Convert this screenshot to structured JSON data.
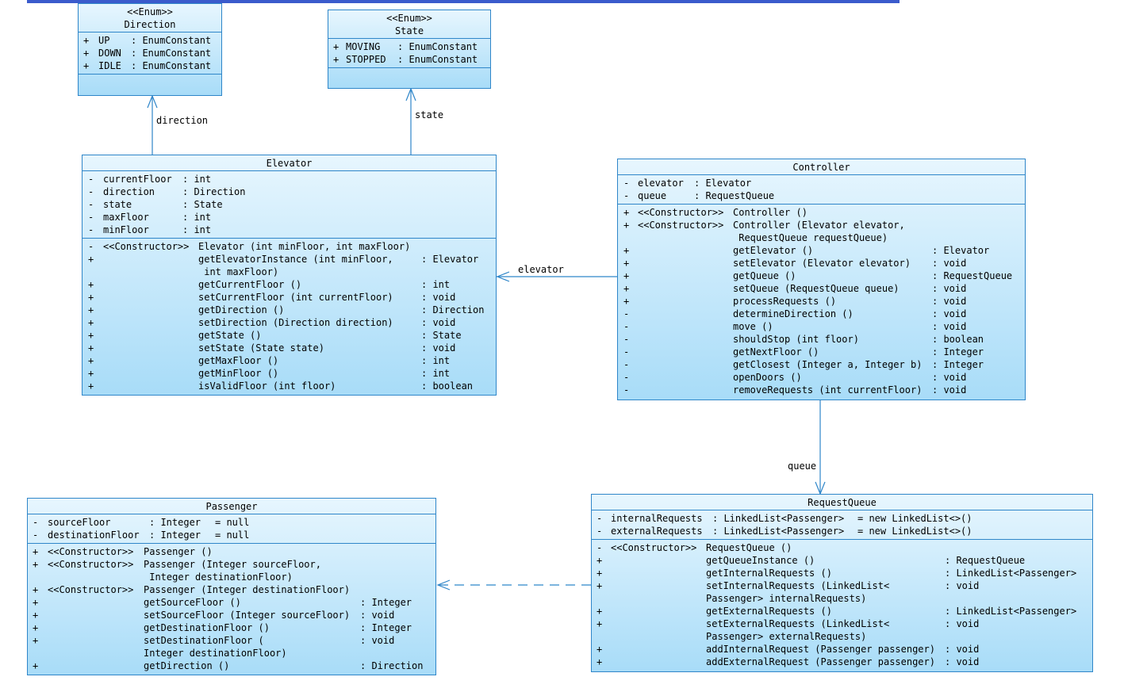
{
  "diagram": {
    "direction_enum": {
      "stereotype": "<<Enum>>",
      "name": "Direction",
      "attrs": [
        {
          "vis": "+",
          "name": "UP",
          "type": ": EnumConstant"
        },
        {
          "vis": "+",
          "name": "DOWN",
          "type": ": EnumConstant"
        },
        {
          "vis": "+",
          "name": "IDLE",
          "type": ": EnumConstant"
        }
      ]
    },
    "state_enum": {
      "stereotype": "<<Enum>>",
      "name": "State",
      "attrs": [
        {
          "vis": "+",
          "name": "MOVING",
          "type": ": EnumConstant"
        },
        {
          "vis": "+",
          "name": "STOPPED",
          "type": ": EnumConstant"
        }
      ]
    },
    "elevator": {
      "name": "Elevator",
      "attrs": [
        {
          "vis": "-",
          "name": "currentFloor",
          "type": ": int"
        },
        {
          "vis": "-",
          "name": "direction",
          "type": ": Direction"
        },
        {
          "vis": "-",
          "name": "state",
          "type": ": State"
        },
        {
          "vis": "-",
          "name": "maxFloor",
          "type": ": int"
        },
        {
          "vis": "-",
          "name": "minFloor",
          "type": ": int"
        }
      ],
      "ops": [
        {
          "vis": "-",
          "stereo": "<<Constructor>>",
          "sig": "Elevator (int minFloor, int maxFloor)",
          "ret": ""
        },
        {
          "vis": "+",
          "stereo": "",
          "sig": "getElevatorInstance (int minFloor,",
          "ret": ": Elevator"
        },
        {
          "vis": "",
          "stereo": "",
          "sig": " int maxFloor)",
          "ret": ""
        },
        {
          "vis": "+",
          "stereo": "",
          "sig": "getCurrentFloor ()",
          "ret": ": int"
        },
        {
          "vis": "+",
          "stereo": "",
          "sig": "setCurrentFloor (int currentFloor)",
          "ret": ": void"
        },
        {
          "vis": "+",
          "stereo": "",
          "sig": "getDirection ()",
          "ret": ": Direction"
        },
        {
          "vis": "+",
          "stereo": "",
          "sig": "setDirection (Direction direction)",
          "ret": ": void"
        },
        {
          "vis": "+",
          "stereo": "",
          "sig": "getState ()",
          "ret": ": State"
        },
        {
          "vis": "+",
          "stereo": "",
          "sig": "setState (State state)",
          "ret": ": void"
        },
        {
          "vis": "+",
          "stereo": "",
          "sig": "getMaxFloor ()",
          "ret": ": int"
        },
        {
          "vis": "+",
          "stereo": "",
          "sig": "getMinFloor ()",
          "ret": ": int"
        },
        {
          "vis": "+",
          "stereo": "",
          "sig": "isValidFloor (int floor)",
          "ret": ": boolean"
        }
      ]
    },
    "controller": {
      "name": "Controller",
      "attrs": [
        {
          "vis": "-",
          "name": "elevator",
          "type": ": Elevator"
        },
        {
          "vis": "-",
          "name": "queue",
          "type": ": RequestQueue"
        }
      ],
      "ops": [
        {
          "vis": "+",
          "stereo": "<<Constructor>>",
          "sig": "Controller ()",
          "ret": ""
        },
        {
          "vis": "+",
          "stereo": "<<Constructor>>",
          "sig": "Controller (Elevator elevator,",
          "ret": ""
        },
        {
          "vis": "",
          "stereo": "",
          "sig": " RequestQueue requestQueue)",
          "ret": ""
        },
        {
          "vis": "+",
          "stereo": "",
          "sig": "getElevator ()",
          "ret": ": Elevator"
        },
        {
          "vis": "+",
          "stereo": "",
          "sig": "setElevator (Elevator elevator)",
          "ret": ": void"
        },
        {
          "vis": "+",
          "stereo": "",
          "sig": "getQueue ()",
          "ret": ": RequestQueue"
        },
        {
          "vis": "+",
          "stereo": "",
          "sig": "setQueue (RequestQueue queue)",
          "ret": ": void"
        },
        {
          "vis": "+",
          "stereo": "",
          "sig": "processRequests ()",
          "ret": ": void"
        },
        {
          "vis": "-",
          "stereo": "",
          "sig": "determineDirection ()",
          "ret": ": void"
        },
        {
          "vis": "-",
          "stereo": "",
          "sig": "move ()",
          "ret": ": void"
        },
        {
          "vis": "-",
          "stereo": "",
          "sig": "shouldStop (int floor)",
          "ret": ": boolean"
        },
        {
          "vis": "-",
          "stereo": "",
          "sig": "getNextFloor ()",
          "ret": ": Integer"
        },
        {
          "vis": "-",
          "stereo": "",
          "sig": "getClosest (Integer a, Integer b)",
          "ret": ": Integer"
        },
        {
          "vis": "-",
          "stereo": "",
          "sig": "openDoors ()",
          "ret": ": void"
        },
        {
          "vis": "-",
          "stereo": "",
          "sig": "removeRequests (int currentFloor)",
          "ret": ": void"
        }
      ]
    },
    "passenger": {
      "name": "Passenger",
      "attrs": [
        {
          "vis": "-",
          "name": "sourceFloor",
          "type": ": Integer",
          "init": "= null"
        },
        {
          "vis": "-",
          "name": "destinationFloor",
          "type": ": Integer",
          "init": "= null"
        }
      ],
      "ops": [
        {
          "vis": "+",
          "stereo": "<<Constructor>>",
          "sig": "Passenger ()",
          "ret": ""
        },
        {
          "vis": "+",
          "stereo": "<<Constructor>>",
          "sig": "Passenger (Integer sourceFloor,",
          "ret": ""
        },
        {
          "vis": "",
          "stereo": "",
          "sig": " Integer destinationFloor)",
          "ret": ""
        },
        {
          "vis": "+",
          "stereo": "<<Constructor>>",
          "sig": "Passenger (Integer destinationFloor)",
          "ret": ""
        },
        {
          "vis": "+",
          "stereo": "",
          "sig": "getSourceFloor ()",
          "ret": ": Integer"
        },
        {
          "vis": "+",
          "stereo": "",
          "sig": "setSourceFloor (Integer sourceFloor)",
          "ret": ": void"
        },
        {
          "vis": "+",
          "stereo": "",
          "sig": "getDestinationFloor ()",
          "ret": ": Integer"
        },
        {
          "vis": "+",
          "stereo": "",
          "sig": "setDestinationFloor (",
          "ret": ": void"
        },
        {
          "vis": "",
          "stereo": "",
          "sig": "Integer destinationFloor)",
          "ret": ""
        },
        {
          "vis": "+",
          "stereo": "",
          "sig": "getDirection ()",
          "ret": ": Direction"
        }
      ]
    },
    "request_queue": {
      "name": "RequestQueue",
      "attrs": [
        {
          "vis": "-",
          "name": "internalRequests",
          "type": ": LinkedList<Passenger>",
          "init": "= new LinkedList<>()"
        },
        {
          "vis": "-",
          "name": "externalRequests",
          "type": ": LinkedList<Passenger>",
          "init": "= new LinkedList<>()"
        }
      ],
      "ops": [
        {
          "vis": "-",
          "stereo": "<<Constructor>>",
          "sig": "RequestQueue ()",
          "ret": ""
        },
        {
          "vis": "+",
          "stereo": "",
          "sig": "getQueueInstance ()",
          "ret": ": RequestQueue"
        },
        {
          "vis": "+",
          "stereo": "",
          "sig": "getInternalRequests ()",
          "ret": ": LinkedList<Passenger>"
        },
        {
          "vis": "+",
          "stereo": "",
          "sig": "setInternalRequests (LinkedList<",
          "ret": ": void"
        },
        {
          "vis": "",
          "stereo": "",
          "sig": "Passenger> internalRequests)",
          "ret": ""
        },
        {
          "vis": "+",
          "stereo": "",
          "sig": "getExternalRequests ()",
          "ret": ": LinkedList<Passenger>"
        },
        {
          "vis": "+",
          "stereo": "",
          "sig": "setExternalRequests (LinkedList<",
          "ret": ": void"
        },
        {
          "vis": "",
          "stereo": "",
          "sig": "Passenger> externalRequests)",
          "ret": ""
        },
        {
          "vis": "+",
          "stereo": "",
          "sig": "addInternalRequest (Passenger passenger)",
          "ret": ": void"
        },
        {
          "vis": "+",
          "stereo": "",
          "sig": "addExternalRequest (Passenger passenger)",
          "ret": ": void"
        }
      ]
    },
    "links": {
      "direction_label": "direction",
      "state_label": "state",
      "elevator_label": "elevator",
      "queue_label": "queue"
    },
    "colors": {
      "border": "#2f86c9",
      "fill_top": "#e7f6fe",
      "fill_bottom": "#a8dcf8",
      "connector": "#2f86c9",
      "top_bar": "#3b5bcc"
    }
  }
}
